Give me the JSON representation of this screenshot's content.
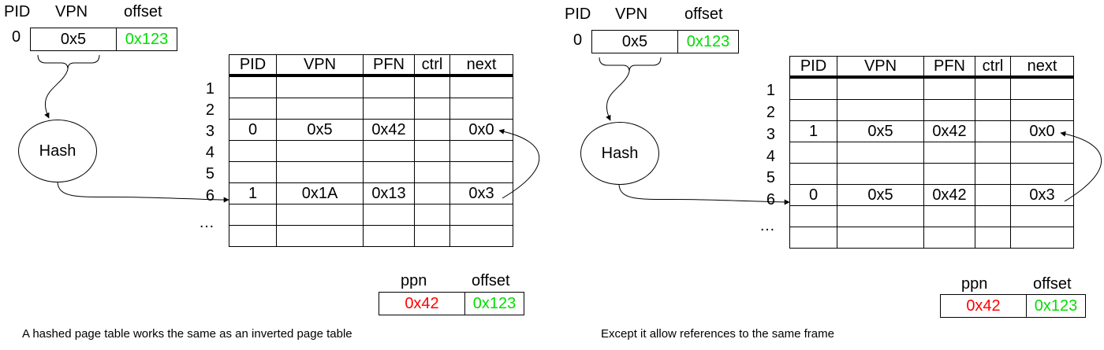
{
  "colors": {
    "ppn": "#ff0000",
    "offset": "#00dd00",
    "line": "#000000"
  },
  "left": {
    "va_headers": [
      "PID",
      "VPN",
      "offset"
    ],
    "va_pid": "0",
    "va_vpn": "0x5",
    "va_offset": "0x123",
    "hash_label": "Hash",
    "table_headers": [
      "PID",
      "VPN",
      "PFN",
      "ctrl",
      "next"
    ],
    "row_labels": [
      "1",
      "2",
      "3",
      "4",
      "5",
      "6",
      "…"
    ],
    "rows": [
      [
        "",
        "",
        "",
        "",
        ""
      ],
      [
        "",
        "",
        "",
        "",
        ""
      ],
      [
        "0",
        "0x5",
        "0x42",
        "",
        "0x0"
      ],
      [
        "",
        "",
        "",
        "",
        ""
      ],
      [
        "",
        "",
        "",
        "",
        ""
      ],
      [
        "1",
        "0x1A",
        "0x13",
        "",
        "0x3"
      ],
      [
        "",
        "",
        "",
        "",
        ""
      ],
      [
        "",
        "",
        "",
        "",
        ""
      ]
    ],
    "pa_headers": [
      "ppn",
      "offset"
    ],
    "pa_ppn": "0x42",
    "pa_offset": "0x123",
    "caption": "A hashed page table works the same as an inverted page table"
  },
  "right": {
    "va_headers": [
      "PID",
      "VPN",
      "offset"
    ],
    "va_pid": "0",
    "va_vpn": "0x5",
    "va_offset": "0x123",
    "hash_label": "Hash",
    "table_headers": [
      "PID",
      "VPN",
      "PFN",
      "ctrl",
      "next"
    ],
    "row_labels": [
      "1",
      "2",
      "3",
      "4",
      "5",
      "6",
      "…"
    ],
    "rows": [
      [
        "",
        "",
        "",
        "",
        ""
      ],
      [
        "",
        "",
        "",
        "",
        ""
      ],
      [
        "1",
        "0x5",
        "0x42",
        "",
        "0x0"
      ],
      [
        "",
        "",
        "",
        "",
        ""
      ],
      [
        "",
        "",
        "",
        "",
        ""
      ],
      [
        "0",
        "0x5",
        "0x42",
        "",
        "0x3"
      ],
      [
        "",
        "",
        "",
        "",
        ""
      ],
      [
        "",
        "",
        "",
        "",
        ""
      ]
    ],
    "pa_headers": [
      "ppn",
      "offset"
    ],
    "pa_ppn": "0x42",
    "pa_offset": "0x123",
    "caption": "Except it allow references to the same frame"
  }
}
